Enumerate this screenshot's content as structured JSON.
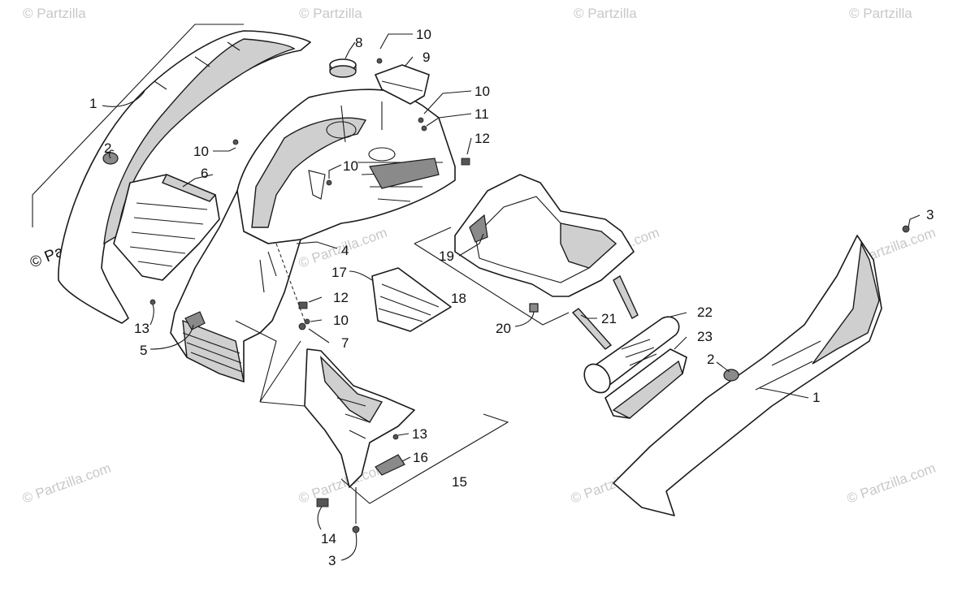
{
  "watermark": {
    "text": "© Partzilla.com",
    "text_short": "© Partzilla"
  },
  "callouts": [
    {
      "id": "c1a",
      "label": "1"
    },
    {
      "id": "c2a",
      "label": "2"
    },
    {
      "id": "c10a",
      "label": "10"
    },
    {
      "id": "c6",
      "label": "6"
    },
    {
      "id": "c8",
      "label": "8"
    },
    {
      "id": "c10b",
      "label": "10"
    },
    {
      "id": "c9",
      "label": "9"
    },
    {
      "id": "c10c",
      "label": "10"
    },
    {
      "id": "c11",
      "label": "11"
    },
    {
      "id": "c12a",
      "label": "12"
    },
    {
      "id": "c10d",
      "label": "10"
    },
    {
      "id": "c4",
      "label": "4"
    },
    {
      "id": "c17",
      "label": "17"
    },
    {
      "id": "c12b",
      "label": "12"
    },
    {
      "id": "c10e",
      "label": "10"
    },
    {
      "id": "c7",
      "label": "7"
    },
    {
      "id": "c13a",
      "label": "13"
    },
    {
      "id": "c5",
      "label": "5"
    },
    {
      "id": "c19",
      "label": "19"
    },
    {
      "id": "c18",
      "label": "18"
    },
    {
      "id": "c20",
      "label": "20"
    },
    {
      "id": "c21",
      "label": "21"
    },
    {
      "id": "c22",
      "label": "22"
    },
    {
      "id": "c23",
      "label": "23"
    },
    {
      "id": "c3a",
      "label": "3"
    },
    {
      "id": "c2b",
      "label": "2"
    },
    {
      "id": "c1b",
      "label": "1"
    },
    {
      "id": "c13b",
      "label": "13"
    },
    {
      "id": "c16",
      "label": "16"
    },
    {
      "id": "c15",
      "label": "15"
    },
    {
      "id": "c14",
      "label": "14"
    },
    {
      "id": "c3b",
      "label": "3"
    }
  ]
}
